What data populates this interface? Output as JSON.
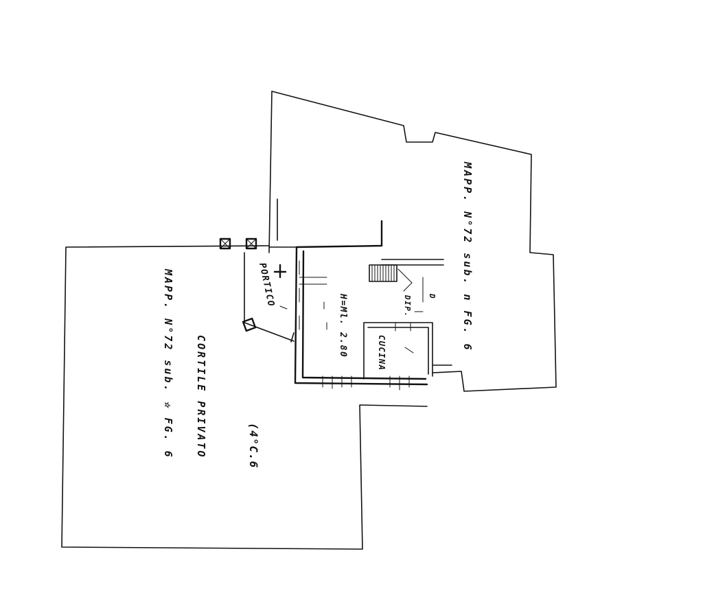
{
  "parcels": {
    "upper_label": "MAPP. N°72 sub. n FG. 6",
    "lower_label": "MAPP. N°72 sub. ☆ FG. 6"
  },
  "courtyard": {
    "label": "CORTILE PRIVATO"
  },
  "rooms": {
    "portico": "PORTICO",
    "height": "H=Ml. 2.80",
    "kitchen": "CUCINA",
    "storage": "DIP."
  },
  "marks": {
    "door_letter": "D",
    "annotation": "(4°C.6"
  },
  "colors": {
    "ink": "#111111",
    "paper": "#ffffff"
  }
}
